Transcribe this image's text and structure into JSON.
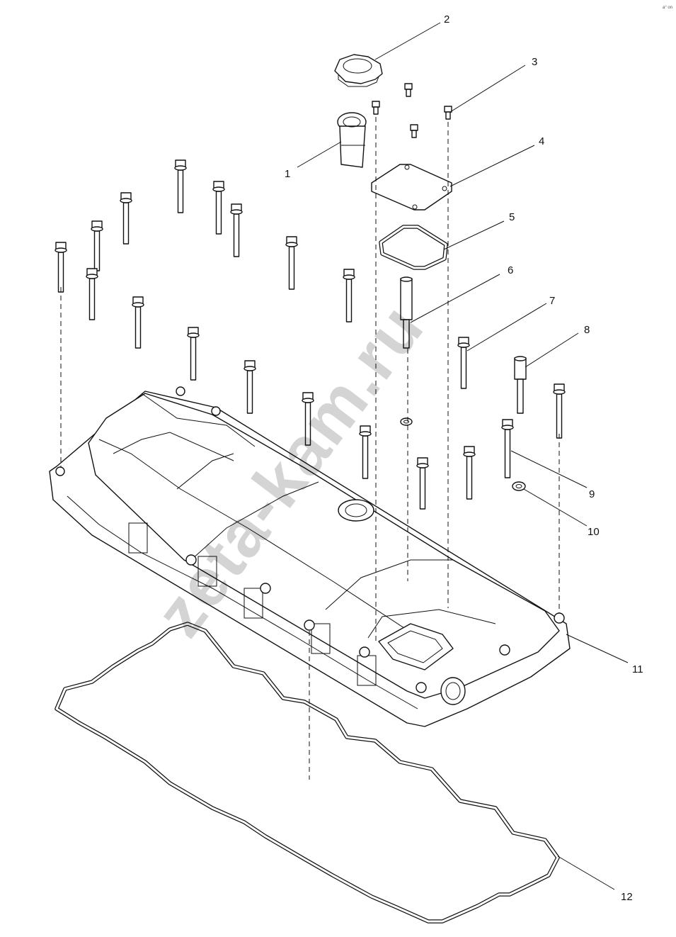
{
  "corner_mark": "a° on",
  "watermark": "zeta-kam.ru",
  "callouts": [
    {
      "id": "1",
      "label": "1"
    },
    {
      "id": "2",
      "label": "2"
    },
    {
      "id": "3",
      "label": "3"
    },
    {
      "id": "4",
      "label": "4"
    },
    {
      "id": "5",
      "label": "5"
    },
    {
      "id": "6",
      "label": "6"
    },
    {
      "id": "7",
      "label": "7"
    },
    {
      "id": "8",
      "label": "8"
    },
    {
      "id": "9",
      "label": "9"
    },
    {
      "id": "10",
      "label": "10"
    },
    {
      "id": "11",
      "label": "11"
    },
    {
      "id": "12",
      "label": "12"
    }
  ]
}
